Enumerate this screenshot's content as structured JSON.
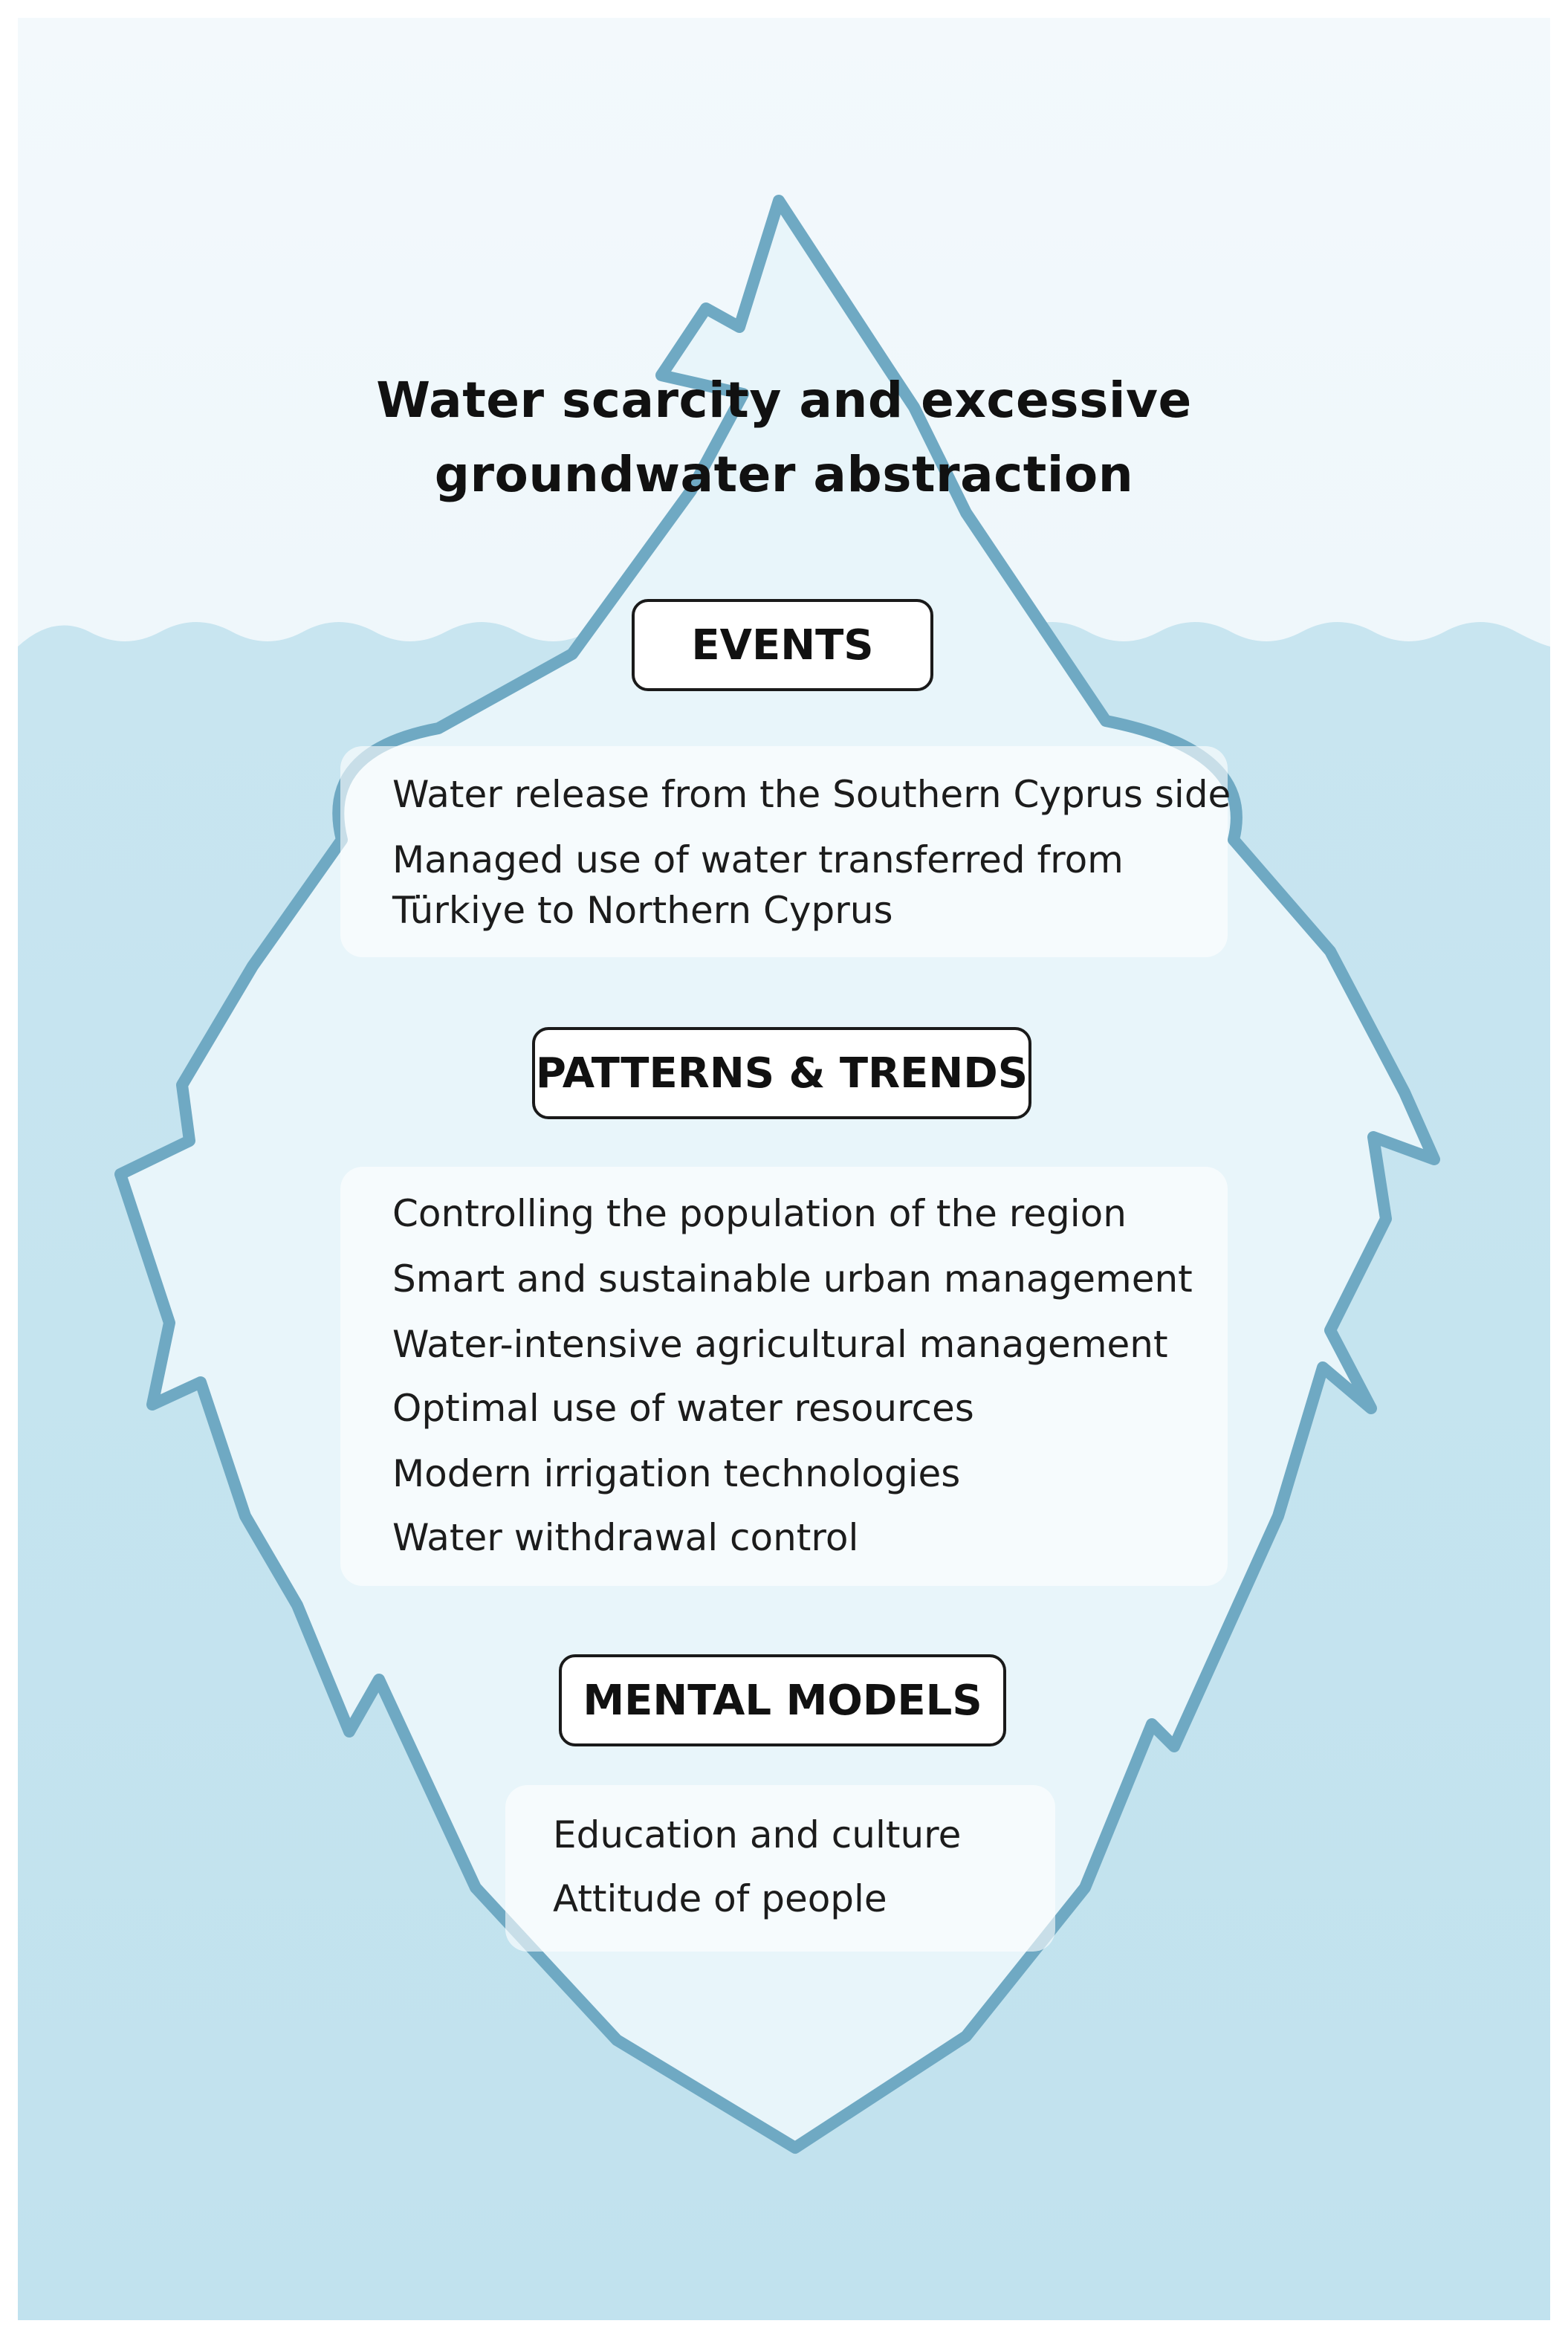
{
  "title": {
    "line1": "Water scarcity and excessive",
    "line2": "groundwater abstraction"
  },
  "levels": [
    {
      "label": "EVENTS",
      "items": [
        "Water release from the Southern Cyprus side",
        "Managed use of water transferred from",
        "Türkiye to Northern Cyprus"
      ]
    },
    {
      "label": "PATTERNS & TRENDS",
      "items": [
        "Controlling the population of the region",
        "Smart and sustainable urban management",
        "Water-intensive agricultural management",
        "Optimal use of water resources",
        "Modern irrigation technologies",
        "Water withdrawal control"
      ]
    },
    {
      "label": "MENTAL MODELS",
      "items": [
        "Education and culture",
        "Attitude of people"
      ]
    }
  ],
  "colors": {
    "sky": "#e6f3f9",
    "water": "#c3e3ef",
    "iceberg_fill": "#e8f5fa",
    "iceberg_outline": "#6fa9c3",
    "box_border": "#1a1a1a"
  }
}
